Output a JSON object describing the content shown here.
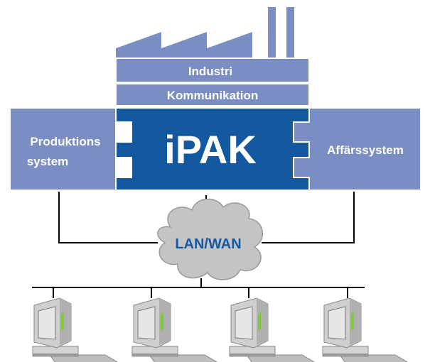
{
  "labels": {
    "industri": "Industri",
    "kommunikation": "Kommunikation",
    "ipak": "iPAK",
    "produktion_line1": "Produktions",
    "produktion_line2": "system",
    "affar": "Affärssystem",
    "network": "LAN/WAN"
  },
  "colors": {
    "light_block": "#7a8ec4",
    "core_block": "#1458a0",
    "block_stroke": "#ffffff",
    "cloud_fill": "#c4c4c4",
    "cloud_text": "#1458a0",
    "wire": "#000000"
  },
  "workstations": {
    "count": 4,
    "icon": "desktop-computer-icon"
  }
}
